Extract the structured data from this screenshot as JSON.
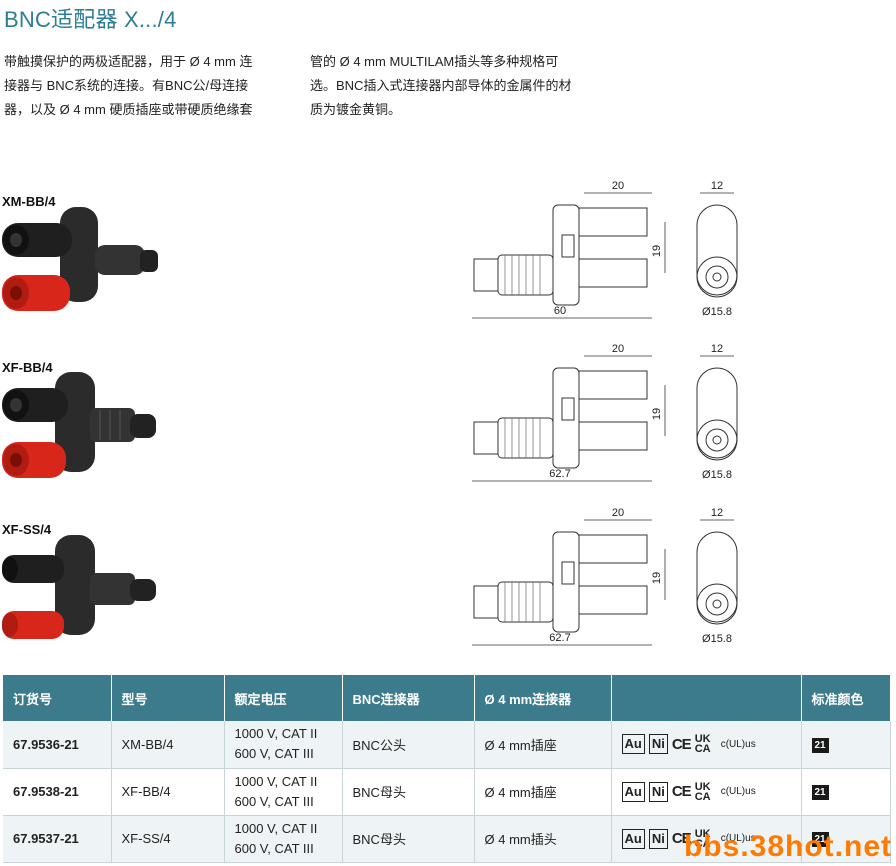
{
  "title": "BNC适配器 X.../4",
  "intro": {
    "left_lines": [
      "带触摸保护的两极适配器，用于 Ø 4 mm 连",
      "接器与  BNC系统的连接。有BNC公/母连接",
      "器，以及 Ø 4 mm 硬质插座或带硬质绝缘套"
    ],
    "right_lines": [
      "管的 Ø 4 mm MULTILAM插头等多种规格可",
      "选。BNC插入式连接器内部导体的金属件的材",
      "质为镀金黄铜。"
    ]
  },
  "variants": [
    {
      "label": "XM-BB/4",
      "dims": {
        "top": "20",
        "height": "19",
        "length": "60",
        "side_width": "12",
        "diameter": "Ø15.8"
      }
    },
    {
      "label": "XF-BB/4",
      "dims": {
        "top": "20",
        "height": "19",
        "length": "62.7",
        "side_width": "12",
        "diameter": "Ø15.8"
      }
    },
    {
      "label": "XF-SS/4",
      "dims": {
        "top": "20",
        "height": "19",
        "length": "62.7",
        "side_width": "12",
        "diameter": "Ø15.8"
      }
    }
  ],
  "table": {
    "headers": [
      "订货号",
      "型号",
      "额定电压",
      "BNC连接器",
      "Ø 4 mm连接器",
      "",
      "标准颜色"
    ],
    "rows": [
      {
        "order_no": "67.9536-21",
        "model": "XM-BB/4",
        "voltage_1": "1000 V, CAT II",
        "voltage_2": "600 V, CAT III",
        "bnc": "BNC公头",
        "conn4": "Ø 4 mm插座",
        "color": "21"
      },
      {
        "order_no": "67.9538-21",
        "model": "XF-BB/4",
        "voltage_1": "1000 V, CAT II",
        "voltage_2": "600 V, CAT III",
        "bnc": "BNC母头",
        "conn4": "Ø 4 mm插座",
        "color": "21"
      },
      {
        "order_no": "67.9537-21",
        "model": "XF-SS/4",
        "voltage_1": "1000 V, CAT II",
        "voltage_2": "600 V, CAT III",
        "bnc": "BNC母头",
        "conn4": "Ø 4 mm插头",
        "color": "21"
      }
    ],
    "certs": {
      "au": "Au",
      "ni": "Ni",
      "ce": "CE",
      "ukca_top": "UK",
      "ukca_bottom": "CA",
      "ul": "c(UL)us"
    }
  },
  "colors": {
    "title": "#2e7d96",
    "header_bg": "#3b7b8c",
    "red_plug": "#d8261b",
    "black_body": "#2a2a2a",
    "watermark": "#ff7a00"
  },
  "watermark": "bbs.38hot.net"
}
